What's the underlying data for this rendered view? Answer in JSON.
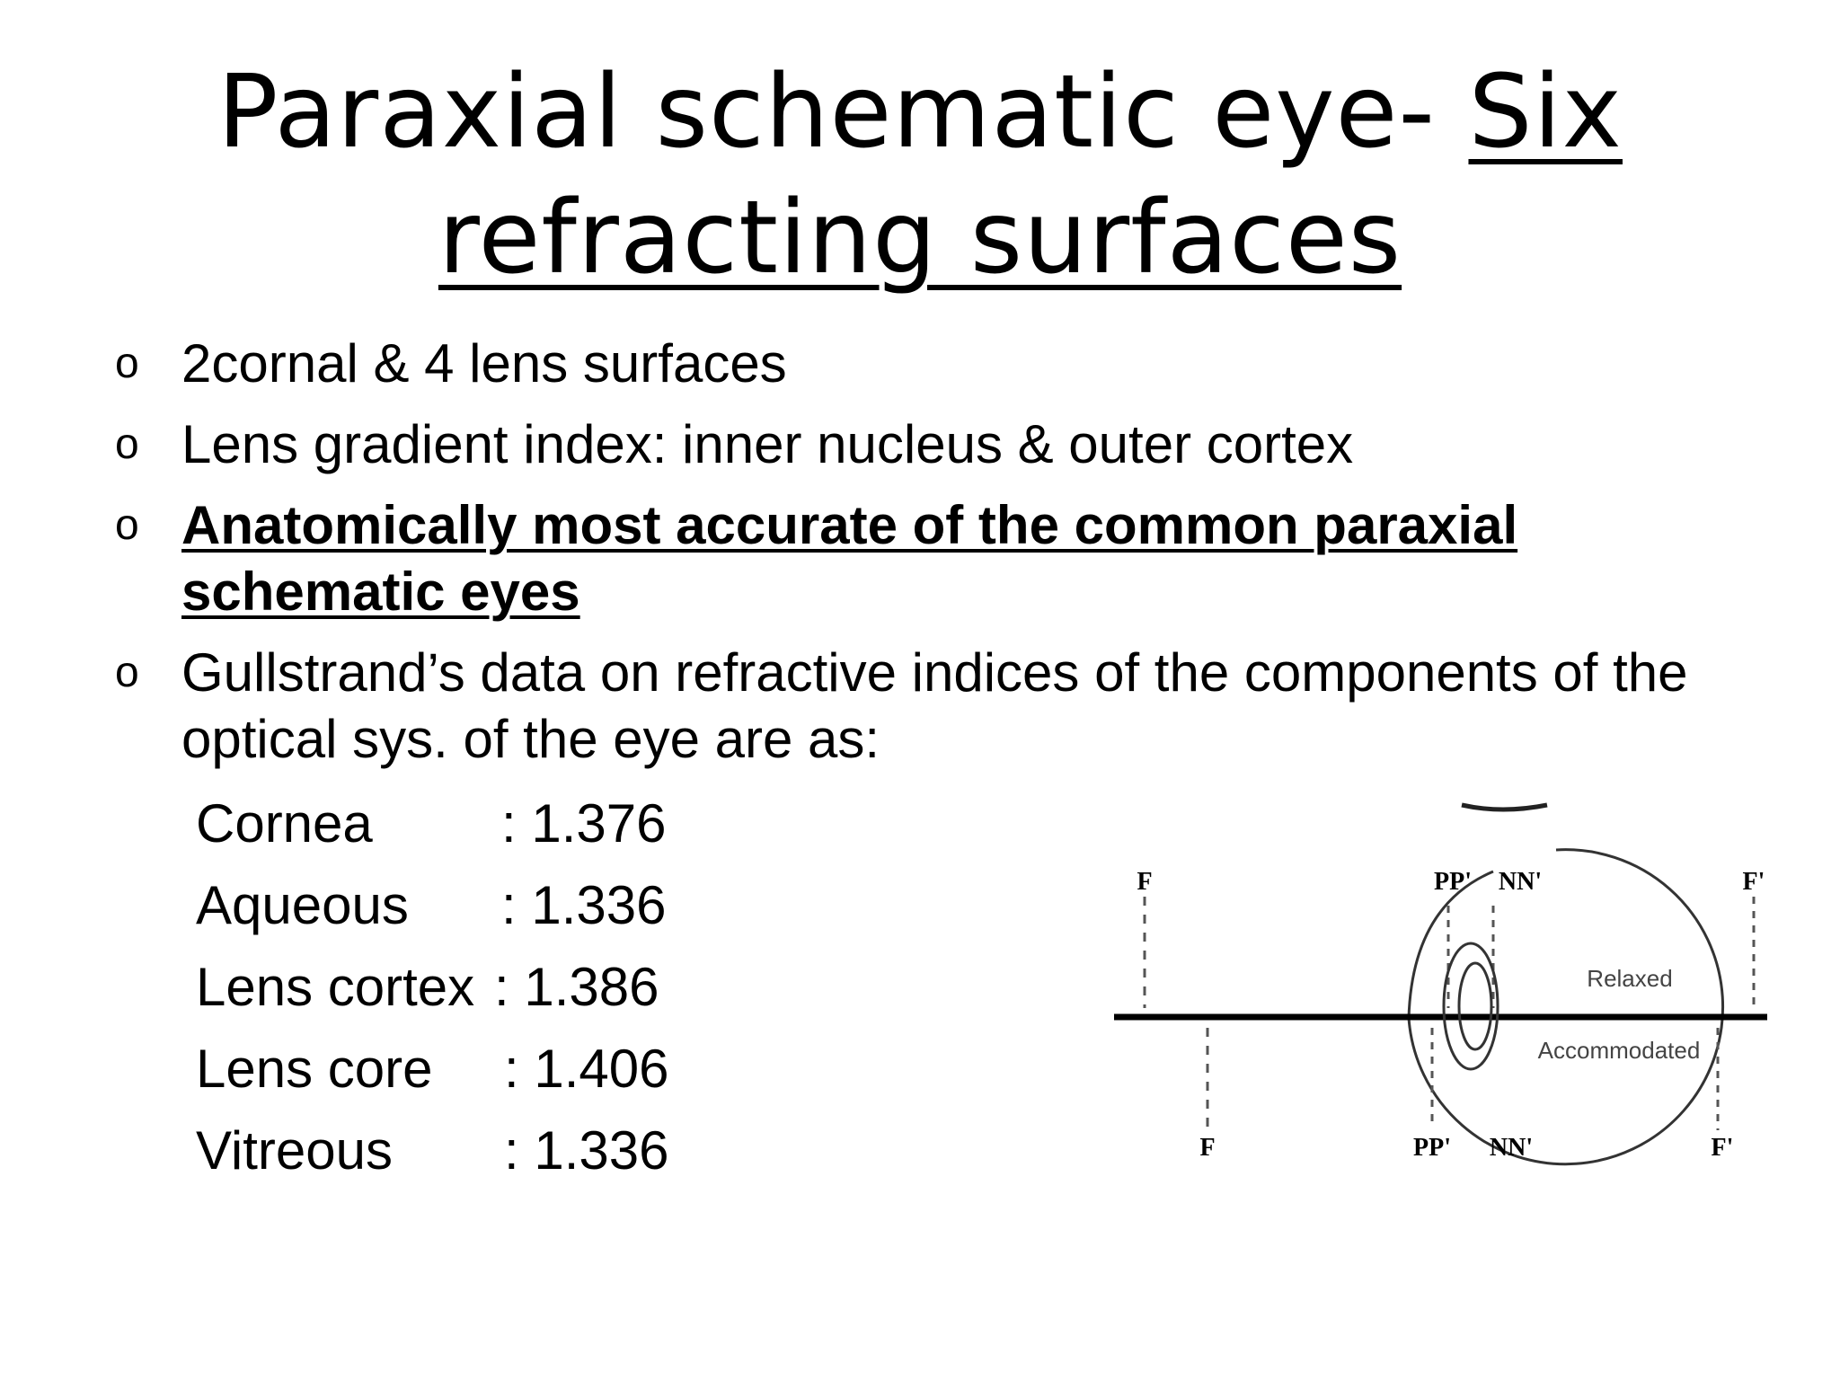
{
  "title": {
    "line1_plain": "Paraxial schematic eye- ",
    "line1_underlined": "Six",
    "line2_underlined": "refracting surfaces"
  },
  "bullets": {
    "marker": "o",
    "items": [
      "2cornal & 4 lens surfaces",
      "Lens gradient index:  inner nucleus & outer cortex",
      "Anatomically most accurate of the common paraxial schematic eyes",
      "Gullstrand’s data on refractive indices of the components of the optical sys. of the eye are as:"
    ]
  },
  "refractive_indices": [
    {
      "name": "Cornea",
      "value": ": 1.376"
    },
    {
      "name": "Aqueous",
      "value": ": 1.336"
    },
    {
      "name": "Lens cortex",
      "value": ": 1.386"
    },
    {
      "name": "Lens core",
      "value": ": 1.406"
    },
    {
      "name": "Vitreous",
      "value": ": 1.336"
    }
  ],
  "diagram": {
    "labels": {
      "f_top": "F",
      "pp_top": "PP'",
      "nn_top": "NN'",
      "f_prime_top": "F'",
      "relaxed": "Relaxed",
      "accommodated": "Accommodated",
      "f_bottom": "F",
      "pp_bottom": "PP'",
      "nn_bottom": "NN'",
      "f_prime_bottom": "F'"
    }
  }
}
